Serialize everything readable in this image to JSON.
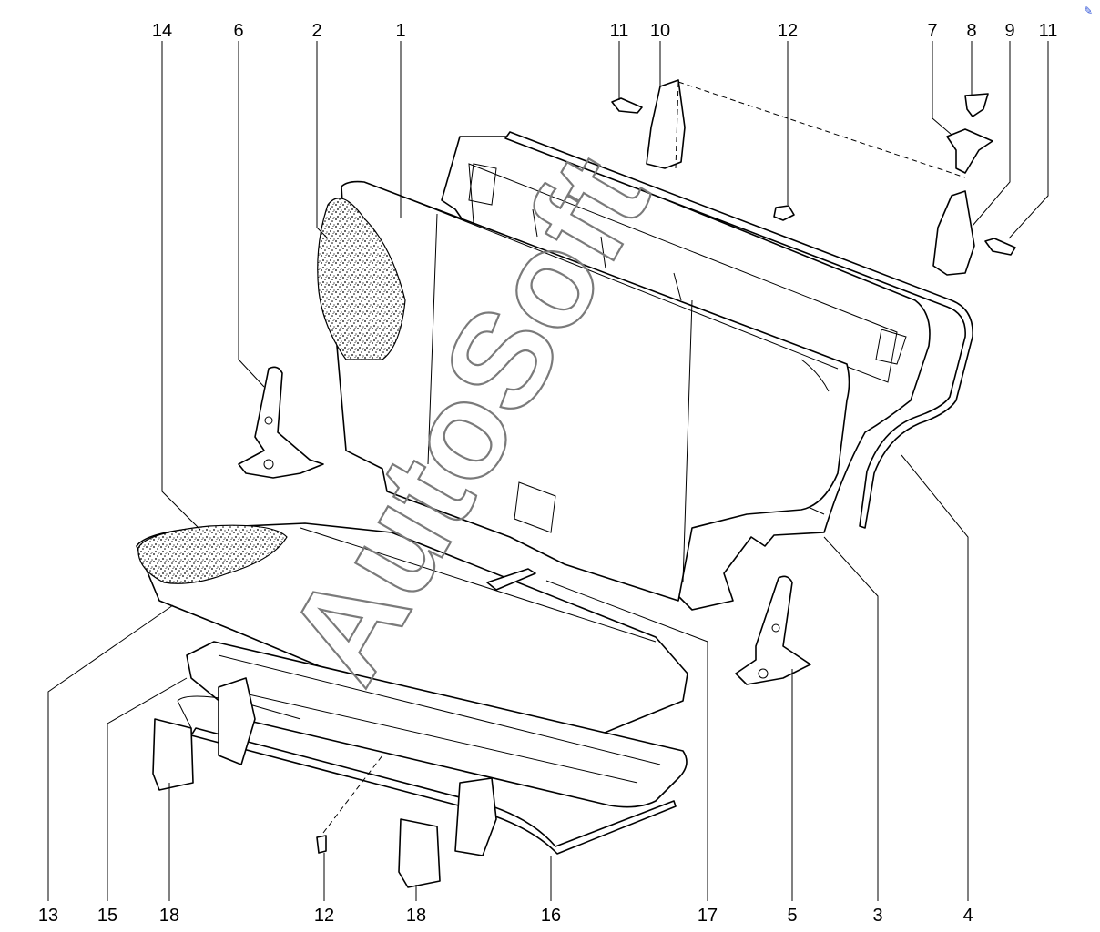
{
  "watermark": "AutoSoft",
  "corner_mark": "✎",
  "callouts": [
    {
      "id": "c14-top",
      "label": "14"
    },
    {
      "id": "c6-top",
      "label": "6"
    },
    {
      "id": "c2-top",
      "label": "2"
    },
    {
      "id": "c1-top",
      "label": "1"
    },
    {
      "id": "c11a-top",
      "label": "11"
    },
    {
      "id": "c10-top",
      "label": "10"
    },
    {
      "id": "c12-top",
      "label": "12"
    },
    {
      "id": "c7-top",
      "label": "7"
    },
    {
      "id": "c8-top",
      "label": "8"
    },
    {
      "id": "c9-top",
      "label": "9"
    },
    {
      "id": "c11b-top",
      "label": "11"
    },
    {
      "id": "c13-bottom",
      "label": "13"
    },
    {
      "id": "c15-bottom",
      "label": "15"
    },
    {
      "id": "c18a-bottom",
      "label": "18"
    },
    {
      "id": "c12-bottom",
      "label": "12"
    },
    {
      "id": "c18b-bottom",
      "label": "18"
    },
    {
      "id": "c16-bottom",
      "label": "16"
    },
    {
      "id": "c17-bottom",
      "label": "17"
    },
    {
      "id": "c5-bottom",
      "label": "5"
    },
    {
      "id": "c3-bottom",
      "label": "3"
    },
    {
      "id": "c4-bottom",
      "label": "4"
    }
  ]
}
